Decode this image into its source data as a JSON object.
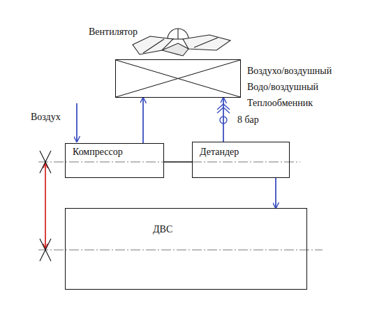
{
  "diagram": {
    "nodes": [
      {
        "text": [
          "Воздухо/воздушный Водо/воздушный Теплообменник"
        ]
      },
      {
        "text": [
          "Компрессор"
        ]
      },
      {
        "text": [
          "Детандер"
        ]
      },
      {
        "text": [
          "ДВС"
        ]
      }
    ],
    "edges": [
      {
        "from": 1,
        "to": 0,
        "arrow": "to"
      },
      {
        "from": 2,
        "to": 0,
        "label": "8 бар",
        "arrow": "to"
      },
      {
        "from": 2,
        "to": 3,
        "arrow": "to"
      }
    ],
    "labels": [
      "Вентилятор",
      "Воздух"
    ]
  }
}
